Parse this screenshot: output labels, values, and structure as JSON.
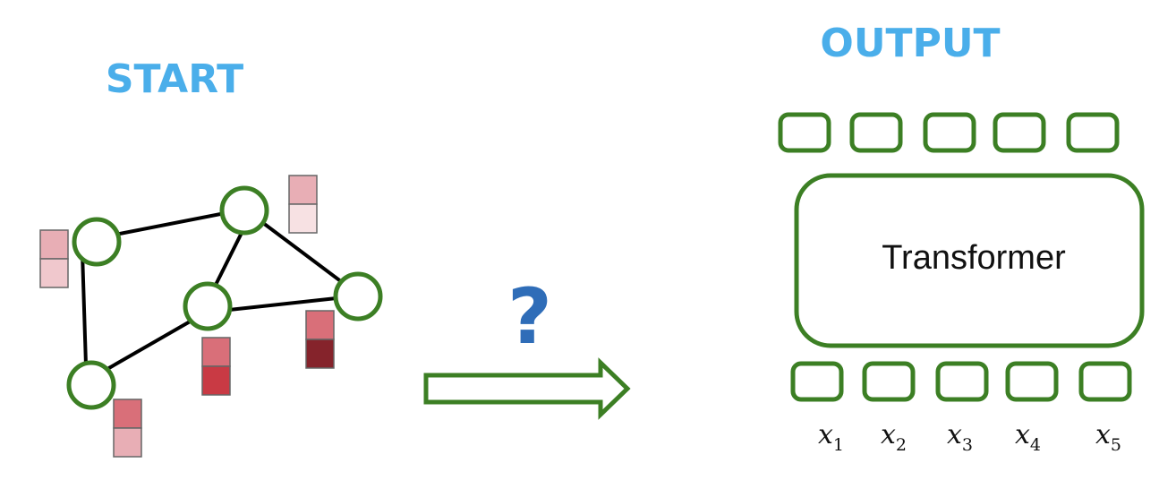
{
  "labels": {
    "start": "START",
    "output": "OUTPUT",
    "question": "?",
    "transformer": "Transformer"
  },
  "inputs": [
    {
      "symbol": "x",
      "sub": "1"
    },
    {
      "symbol": "x",
      "sub": "2"
    },
    {
      "symbol": "x",
      "sub": "3"
    },
    {
      "symbol": "x",
      "sub": "4"
    },
    {
      "symbol": "x",
      "sub": "5"
    }
  ],
  "colors": {
    "green": "#3c7f24",
    "blue_label": "#4aaeea",
    "question_blue": "#2f6db8",
    "edge": "#000000",
    "feature_shades": [
      "#f7e1e3",
      "#e8aeb5",
      "#d96f79",
      "#c93a44",
      "#85232b"
    ]
  },
  "graph": {
    "nodes": [
      "n1",
      "n2",
      "n3",
      "n4",
      "n5"
    ],
    "edges": [
      [
        "n1",
        "n2"
      ],
      [
        "n1",
        "n5"
      ],
      [
        "n2",
        "n3"
      ],
      [
        "n2",
        "n4"
      ],
      [
        "n3",
        "n4"
      ],
      [
        "n3",
        "n5"
      ]
    ]
  }
}
